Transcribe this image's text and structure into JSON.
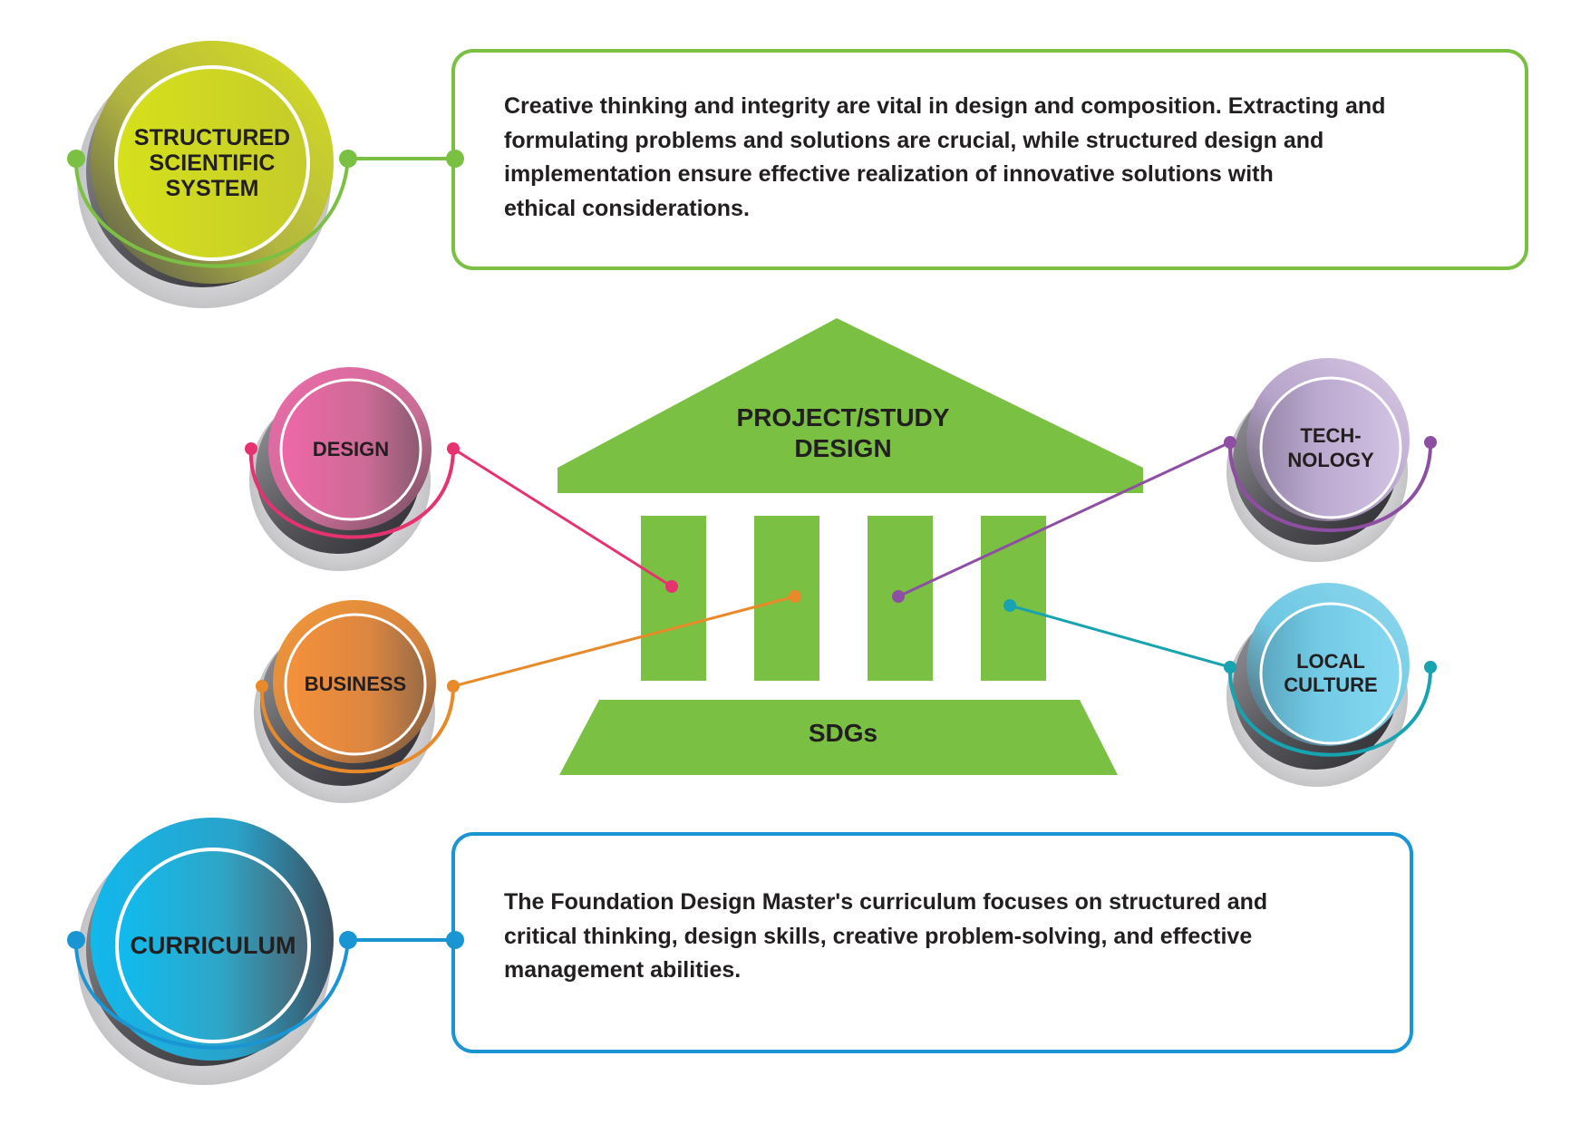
{
  "colors": {
    "green": "#7ac143",
    "pink": "#e6336f",
    "orange": "#e8892a",
    "purple": "#8e4fa3",
    "teal": "#17a3b0",
    "blue": "#1a95d3",
    "text": "#231f20"
  },
  "top_node": {
    "label_lines": [
      "STRUCTURED",
      "SCIENTIFIC",
      "SYSTEM"
    ],
    "description_lines": [
      "Creative thinking and integrity are vital in design and composition. Extracting and",
      "formulating problems and solutions are crucial, while structured design and",
      "implementation ensure effective realization of innovative solutions with",
      "ethical considerations."
    ]
  },
  "bottom_node": {
    "label_lines": [
      "CURRICULUM"
    ],
    "description_lines": [
      "The Foundation Design Master's curriculum focuses on structured and",
      "critical thinking, design skills, creative problem-solving, and effective",
      "management abilities."
    ]
  },
  "temple": {
    "roof_lines": [
      "PROJECT/STUDY",
      "DESIGN"
    ],
    "base_label": "SDGs"
  },
  "pillar_nodes": {
    "design": {
      "label_lines": [
        "DESIGN"
      ]
    },
    "business": {
      "label_lines": [
        "BUSINESS"
      ]
    },
    "technology": {
      "label_lines": [
        "TECH-",
        "NOLOGY"
      ]
    },
    "local_culture": {
      "label_lines": [
        "LOCAL",
        "CULTURE"
      ]
    }
  }
}
